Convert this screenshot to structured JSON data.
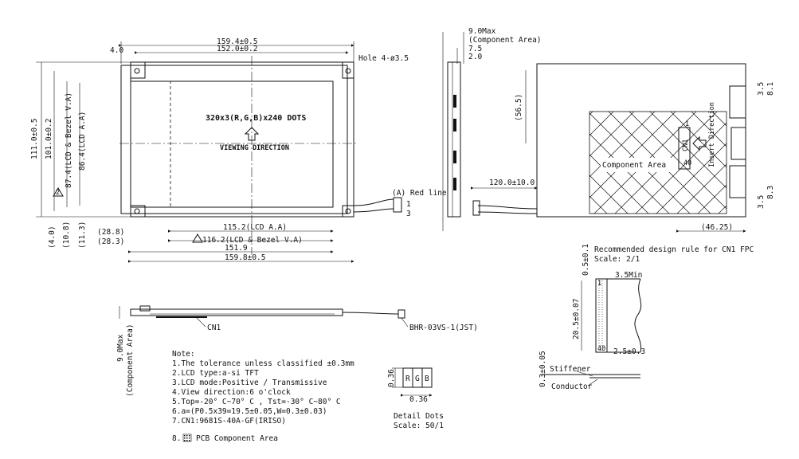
{
  "front_view": {
    "dims": {
      "outer_width": "159.4±0.5",
      "hole_pitch_x": "152.0±0.2",
      "left_offset": "4.0",
      "hole_note": "Hole 4-ø3.5",
      "outer_height": "111.0±0.5",
      "hole_pitch_y": "101.0±0.2",
      "bezel_va_h": "87.4(LCD & Bezel V.A)",
      "lcd_aa_h": "86.4(LCD A.A)",
      "bottom_offset": "(4.0)",
      "va_offset_y": "(10.8)",
      "aa_offset_y": "(11.3)",
      "aa_offset_x": "(28.8)",
      "va_offset_x": "(28.3)",
      "lcd_aa_w": "115.2(LCD A.A)",
      "bezel_va_w": "116.2(LCD & Bezel V.A)",
      "glass_w": "151.9",
      "pcb_w": "159.8±0.5"
    },
    "dots_label": "320x3(R,G,B)x240 DOTS",
    "viewing_direction": "VIEWING DIRECTION",
    "note2_mark": "2",
    "cable_label": "(A) Red line",
    "pin1": "1",
    "pin3": "3"
  },
  "side_view": {
    "max_thickness": "9.0Max",
    "component_area": "(Component Area)",
    "dim_7_5": "7.5",
    "dim_2_0": "2.0"
  },
  "back_view": {
    "dim_56_5": "(56.5)",
    "dim_cable": "120.0±10.0",
    "dim_46_25": "(46.25)",
    "dim_3_5_top": "3.5",
    "dim_8_1": "8.1",
    "dim_3_5_bot": "3.5",
    "dim_8_3": "8.3",
    "component_area": "Component Area",
    "cn1": "CN1",
    "pin_40": "40",
    "pin_1": "1",
    "insert_direction": "Insert Direction"
  },
  "bottom_view": {
    "cn1": "CN1",
    "connector": "BHR-03VS-1(JST)",
    "max_thickness": "9.0Max",
    "component_area": "(Component Area)"
  },
  "fpc_rule": {
    "title": "Recommended design rule for CN1 FPC",
    "scale": "Scale: 2/1",
    "dim_0_5": "0.5±0.1",
    "dim_3_5min": "3.5Min",
    "dim_20_5": "20.5±0.07",
    "dim_0_3": "0.3±0.05",
    "dim_2_5": "2.5±0.3",
    "stiffener": "Stiffener",
    "conductor": "Conductor",
    "pin_1": "1",
    "pin_40": "40"
  },
  "notes": {
    "heading": "Note:",
    "items": [
      "1.The tolerance unless classified ±0.3mm",
      "2.LCD type:a-si TFT",
      "3.LCD mode:Positive / Transmissive",
      "4.View direction:6 o'clock",
      "5.Top=-20° C~70° C , Tst=-30° C~80° C",
      "6.a=(P0.5x39=19.5±0.05,W=0.3±0.03)",
      "7.CN1:9681S-40A-GF(IRISO)",
      "PCB Component Area"
    ],
    "item8_prefix": "8."
  },
  "detail_dots": {
    "r": "R",
    "g": "G",
    "b": "B",
    "dim_h": "0.36",
    "dim_w": "0.36",
    "title": "Detail Dots",
    "scale": "Scale: 50/1"
  }
}
